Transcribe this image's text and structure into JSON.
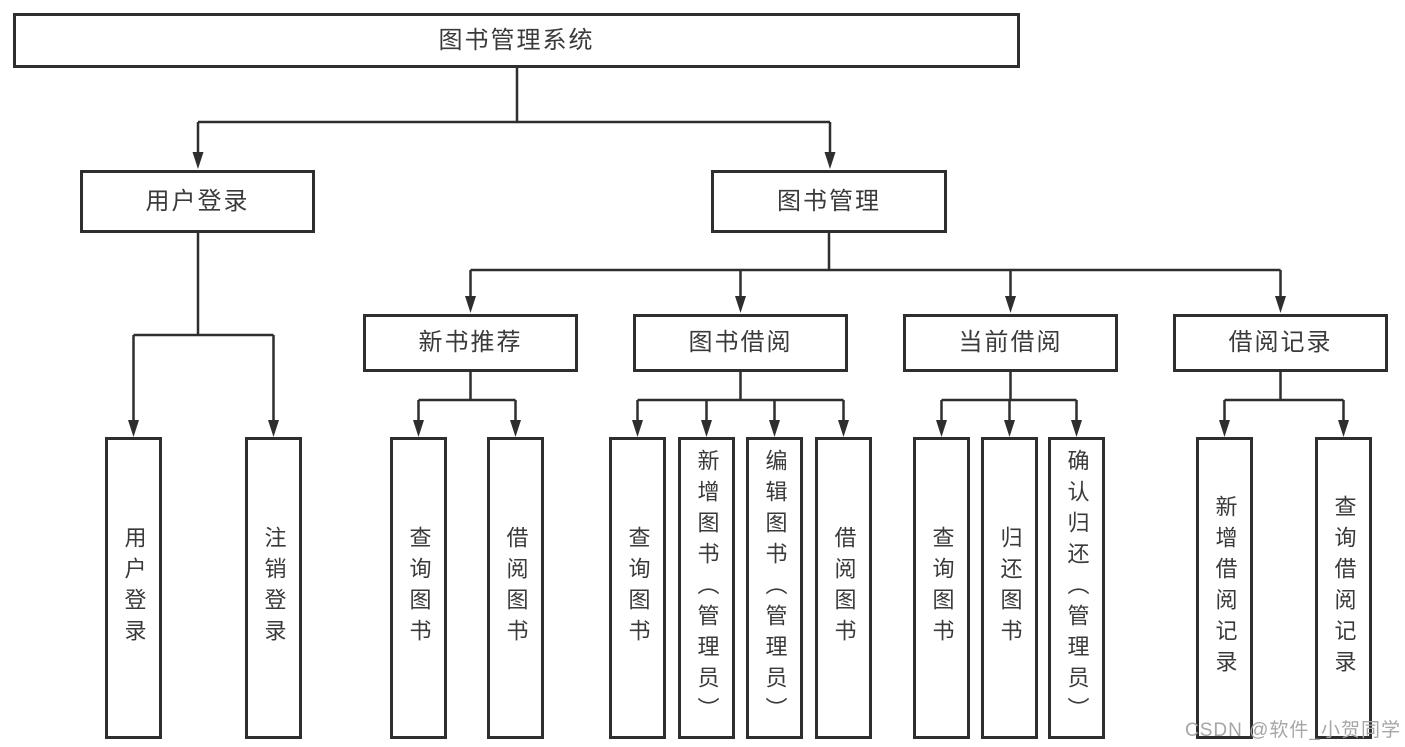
{
  "tree": {
    "label": "图书管理系统",
    "children": [
      {
        "label": "用户登录",
        "children": [
          {
            "label": "用户登录"
          },
          {
            "label": "注销登录"
          }
        ]
      },
      {
        "label": "图书管理",
        "children": [
          {
            "label": "新书推荐",
            "children": [
              {
                "label": "查询图书"
              },
              {
                "label": "借阅图书"
              }
            ]
          },
          {
            "label": "图书借阅",
            "children": [
              {
                "label": "查询图书"
              },
              {
                "label": "新增图书（管理员）"
              },
              {
                "label": "编辑图书（管理员）"
              },
              {
                "label": "借阅图书"
              }
            ]
          },
          {
            "label": "当前借阅",
            "children": [
              {
                "label": "查询图书"
              },
              {
                "label": "归还图书"
              },
              {
                "label": "确认归还（管理员）"
              }
            ]
          },
          {
            "label": "借阅记录",
            "children": [
              {
                "label": "新增借阅记录"
              },
              {
                "label": "查询借阅记录"
              }
            ]
          }
        ]
      }
    ]
  },
  "watermark": {
    "text": "CSDN @软件_小贺同学"
  },
  "colors": {
    "line": "#2e2e2e",
    "box_border": "#2e2e2e",
    "text": "#3a3a3a",
    "background": "#ffffff",
    "watermark": "#a6a6a6"
  }
}
